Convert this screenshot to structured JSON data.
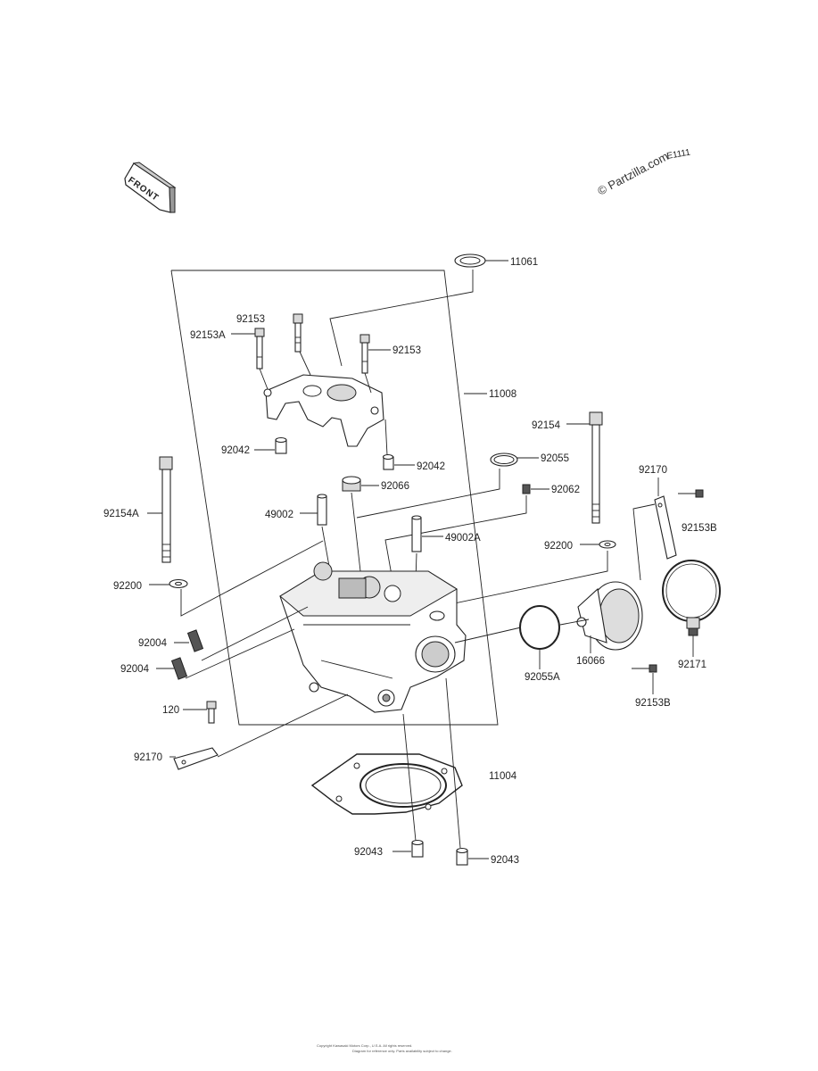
{
  "front_label": "FRONT",
  "watermark": "© Partzilla.com",
  "figure_code": "E1111",
  "labels": {
    "p11061": "11061",
    "p11008": "11008",
    "p92153_top": "92153",
    "p92153A": "92153A",
    "p92153_right": "92153",
    "p92154": "92154",
    "p92170_right": "92170",
    "p92153B_right": "92153B",
    "p92042_left": "92042",
    "p92042_right": "92042",
    "p92055": "92055",
    "p92066": "92066",
    "p92062": "92062",
    "p92154A": "92154A",
    "p49002": "49002",
    "p49002A": "49002A",
    "p92200_right": "92200",
    "p92200_left": "92200",
    "p92004_a": "92004",
    "p92004_b": "92004",
    "p92055A": "92055A",
    "p16066": "16066",
    "p92171": "92171",
    "p120": "120",
    "p92153B_bottom": "92153B",
    "p92170_left": "92170",
    "p11004": "11004",
    "p92043_left": "92043",
    "p92043_right": "92043"
  },
  "footer": {
    "line1": "Copyright Kawasaki Motors Corp., U.S.A. All rights reserved.",
    "line2": "Diagram for reference only. Parts availability subject to change."
  },
  "colors": {
    "ink": "#222222",
    "background": "#ffffff",
    "shade": "#d8d8d8"
  }
}
